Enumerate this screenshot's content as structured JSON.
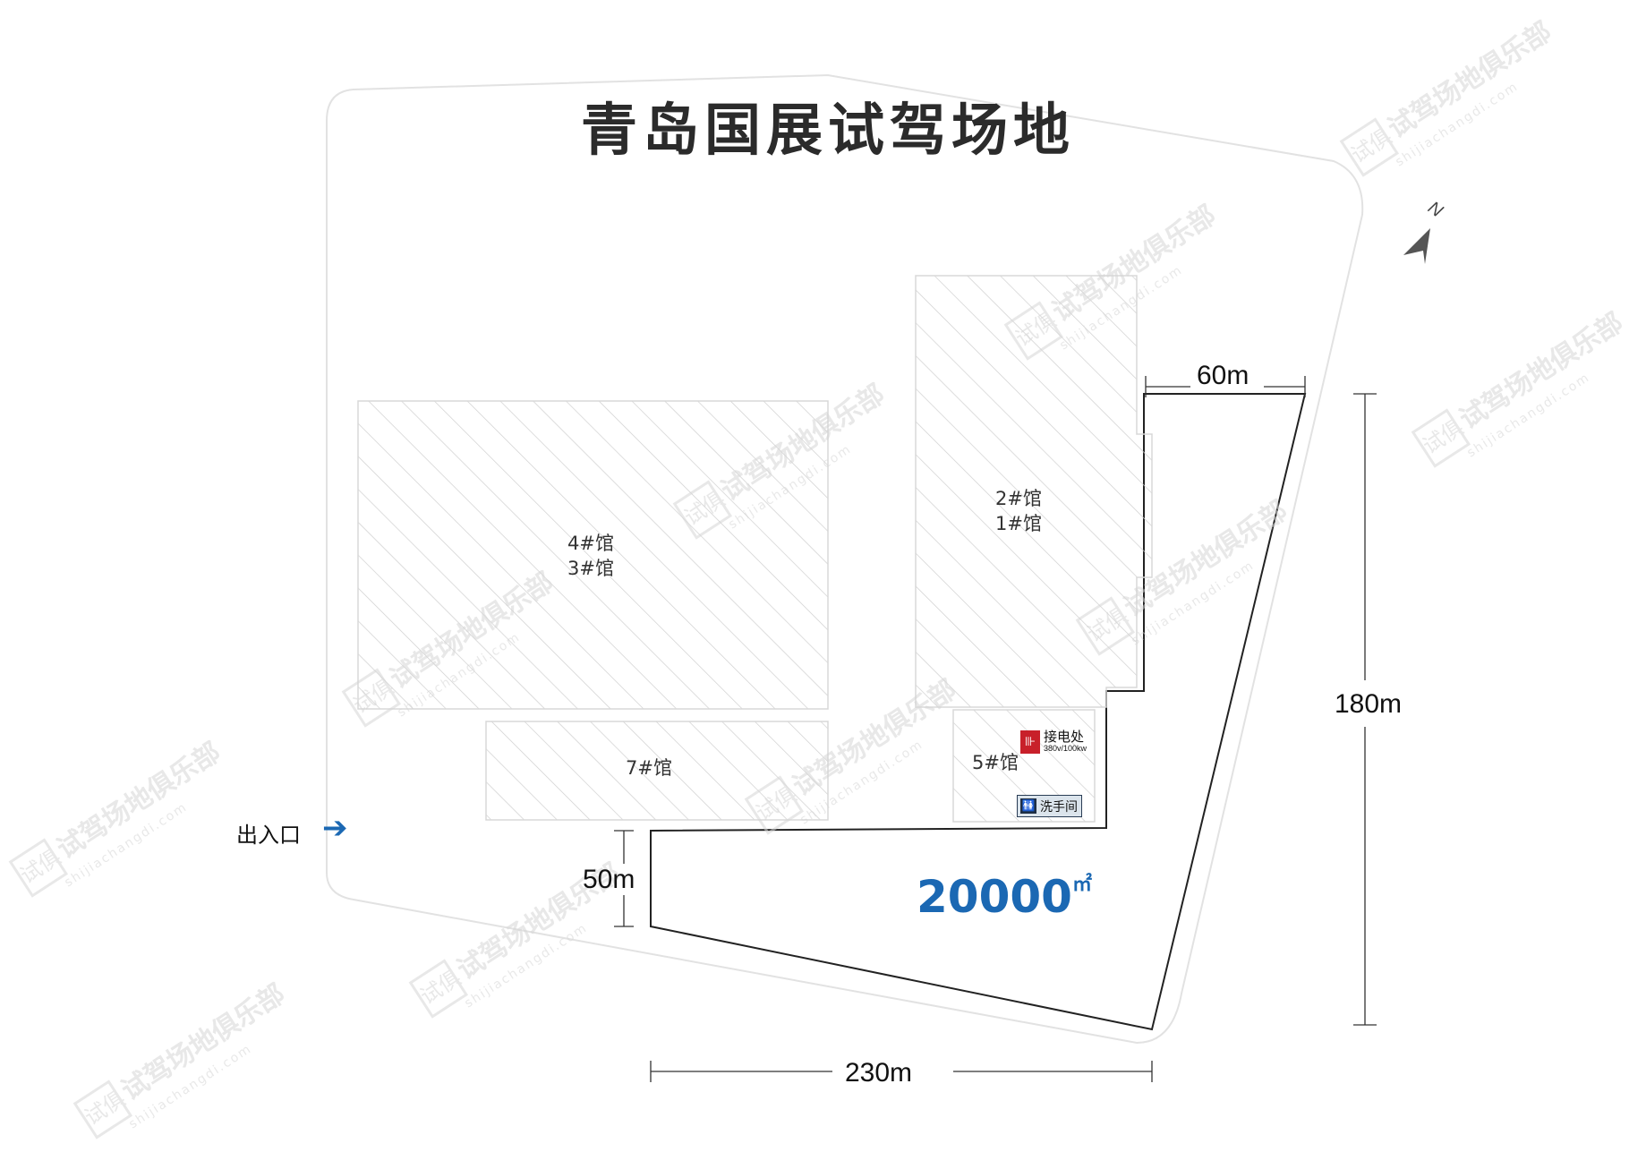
{
  "title": "青岛国展试驾场地",
  "halls": {
    "h4": "4#馆",
    "h3": "3#馆",
    "h2": "2#馆",
    "h1": "1#馆",
    "h7": "7#馆",
    "h5": "5#馆"
  },
  "power": {
    "label": "接电处",
    "spec": "380v/100kw"
  },
  "washroom": {
    "label": "洗手间"
  },
  "entrance": {
    "label": "出入口",
    "arrow": "➔"
  },
  "dimensions": {
    "d60": "60m",
    "d180": "180m",
    "d50": "50m",
    "d230": "230m"
  },
  "area": {
    "value": "20000",
    "unit": "㎡"
  },
  "compass": {
    "label": "N"
  },
  "watermark": {
    "text": "试驾场地俱乐部",
    "url": "shijiachangdi.com",
    "logo": "试俱",
    "reg": "®"
  },
  "colors": {
    "accent": "#1b68b3",
    "power": "#c8202a",
    "wash": "#1f2f44",
    "outline": "#222222",
    "hatch": "#cfcfcf"
  }
}
